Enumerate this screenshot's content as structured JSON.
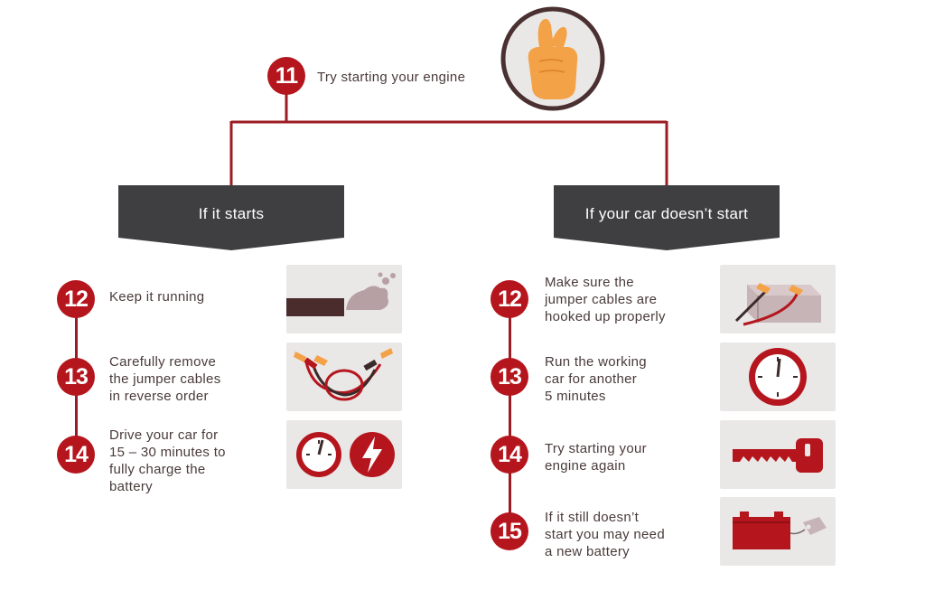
{
  "top": {
    "step_number": "11",
    "step_text": "Try starting your engine",
    "icon": "crossed-fingers-icon"
  },
  "left_branch": {
    "heading": "If it starts",
    "steps": [
      {
        "number": "12",
        "text": "Keep it running",
        "icon": "exhaust-pipe-icon"
      },
      {
        "number": "13",
        "text": "Carefully remove\nthe jumper cables\nin reverse order",
        "icon": "jumper-cables-icon"
      },
      {
        "number": "14",
        "text": "Drive your car for\n15 – 30 minutes to\nfully charge the\nbattery",
        "icon": "gauge-and-charge-icon"
      }
    ]
  },
  "right_branch": {
    "heading": "If your car doesn’t start",
    "steps": [
      {
        "number": "12",
        "text": "Make sure the\njumper cables are\nhooked up properly",
        "icon": "battery-with-clamps-icon"
      },
      {
        "number": "13",
        "text": "Run the working\ncar for another\n5 minutes",
        "icon": "clock-icon"
      },
      {
        "number": "14",
        "text": "Try starting your\nengine again",
        "icon": "car-key-icon"
      },
      {
        "number": "15",
        "text": "If it still doesn’t\nstart you may need\na new battery",
        "icon": "battery-with-tag-icon"
      }
    ]
  },
  "colors": {
    "accent_red": "#b5161d",
    "line_red": "#9b1c22",
    "banner_dark": "#3f3f42",
    "card_bg": "#eae7e7",
    "text": "#4a3a3a"
  }
}
